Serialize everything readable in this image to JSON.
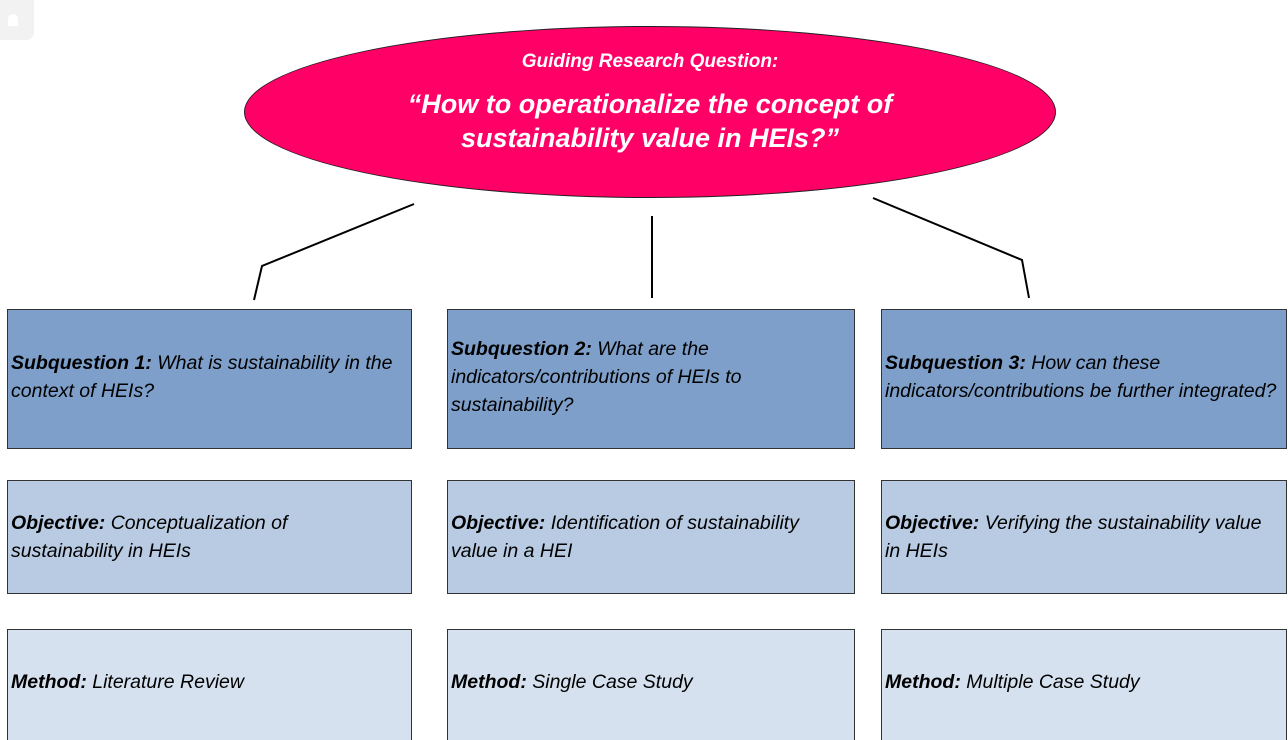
{
  "guiding": {
    "label": "Guiding Research Question:",
    "question": "“How to operationalize the concept of sustainability value in HEIs?”"
  },
  "columns": [
    {
      "subquestion": {
        "label": "Subquestion 1:",
        "text": "What is sustainability in the context of HEIs?"
      },
      "objective": {
        "label": "Objective:",
        "text": "Conceptualization of sustainability in HEIs"
      },
      "method": {
        "label": "Method:",
        "text": "Literature Review"
      }
    },
    {
      "subquestion": {
        "label": "Subquestion 2:",
        "text": "What are the indicators/contributions of HEIs to sustainability?"
      },
      "objective": {
        "label": "Objective:",
        "text": "Identification of sustainability value in a HEI"
      },
      "method": {
        "label": "Method:",
        "text": "Single Case Study"
      }
    },
    {
      "subquestion": {
        "label": "Subquestion 3:",
        "text": "How can these indicators/contributions be further integrated?"
      },
      "objective": {
        "label": "Objective:",
        "text": "Verifying the sustainability value in HEIs"
      },
      "method": {
        "label": "Method:",
        "text": "Multiple Case Study"
      }
    }
  ],
  "colors": {
    "ellipse_fill": "#ff0066",
    "subquestion_fill": "#7d9fc9",
    "objective_fill": "#b8cbe3",
    "method_fill": "#d6e1ef"
  }
}
